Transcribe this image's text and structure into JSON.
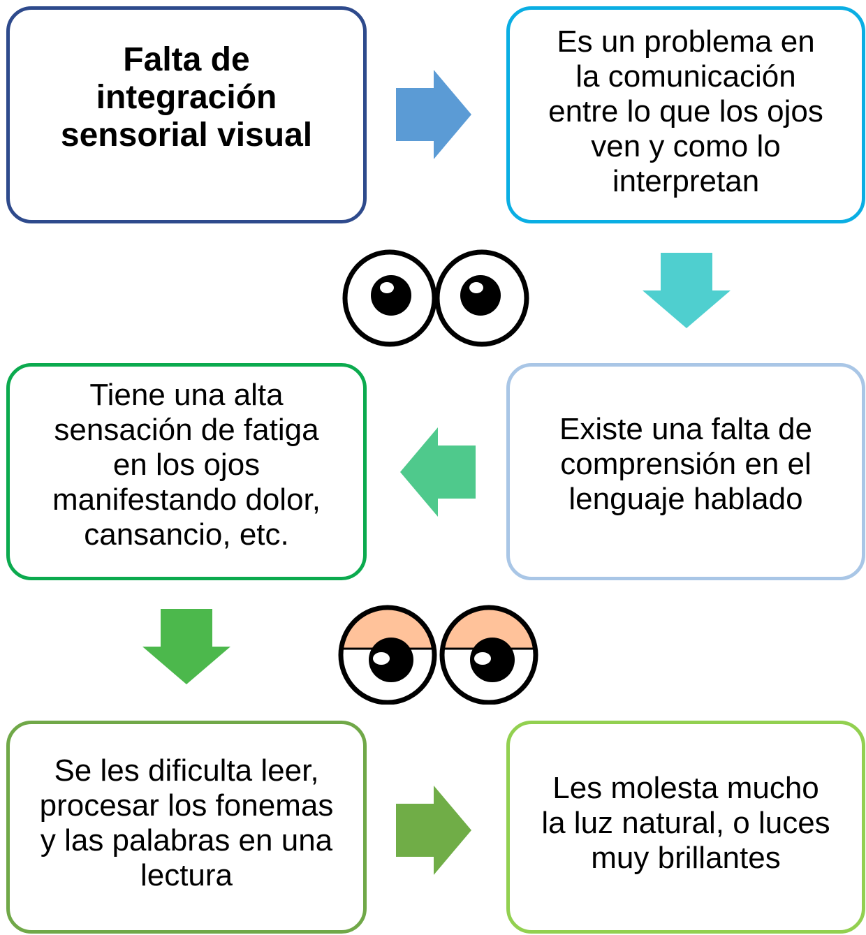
{
  "diagram": {
    "boxes": [
      {
        "id": "box-1",
        "text": "Falta de\nintegración\nsensorial visual",
        "bold": true,
        "border_color": "#2E4A8C"
      },
      {
        "id": "box-2",
        "text": "Es un problema  en\nla comunicación\nentre lo que los ojos\nven y como lo\ninterpretan",
        "bold": false,
        "border_color": "#0AAEE3"
      },
      {
        "id": "box-3",
        "text": "Existe una falta de\ncomprensión en el\nlenguaje hablado",
        "bold": false,
        "border_color": "#A9C6E6"
      },
      {
        "id": "box-4",
        "text": "Tiene una alta\nsensación de fatiga\nen los ojos\nmanifestando dolor,\ncansancio, etc.",
        "bold": false,
        "border_color": "#0BAA4E"
      },
      {
        "id": "box-5",
        "text": "Se les dificulta leer,\nprocesar los fonemas\ny las palabras en una\nlectura",
        "bold": false,
        "border_color": "#70A848"
      },
      {
        "id": "box-6",
        "text": "Les molesta mucho\nla luz natural, o luces\nmuy brillantes",
        "bold": false,
        "border_color": "#92D050"
      }
    ],
    "arrows": [
      {
        "id": "arrow-1",
        "direction": "right",
        "color": "#5B9BD5"
      },
      {
        "id": "arrow-2",
        "direction": "down",
        "color": "#4FCFCF"
      },
      {
        "id": "arrow-3",
        "direction": "left",
        "color": "#4FC98C"
      },
      {
        "id": "arrow-4",
        "direction": "down",
        "color": "#4CB84C"
      },
      {
        "id": "arrow-5",
        "direction": "right",
        "color": "#70AD47"
      }
    ],
    "illustrations": [
      {
        "id": "eyes-open",
        "icon": "open-eyes-icon"
      },
      {
        "id": "eyes-sleepy",
        "icon": "sleepy-eyes-icon",
        "eyelid_color": "#FFC29A"
      }
    ]
  }
}
